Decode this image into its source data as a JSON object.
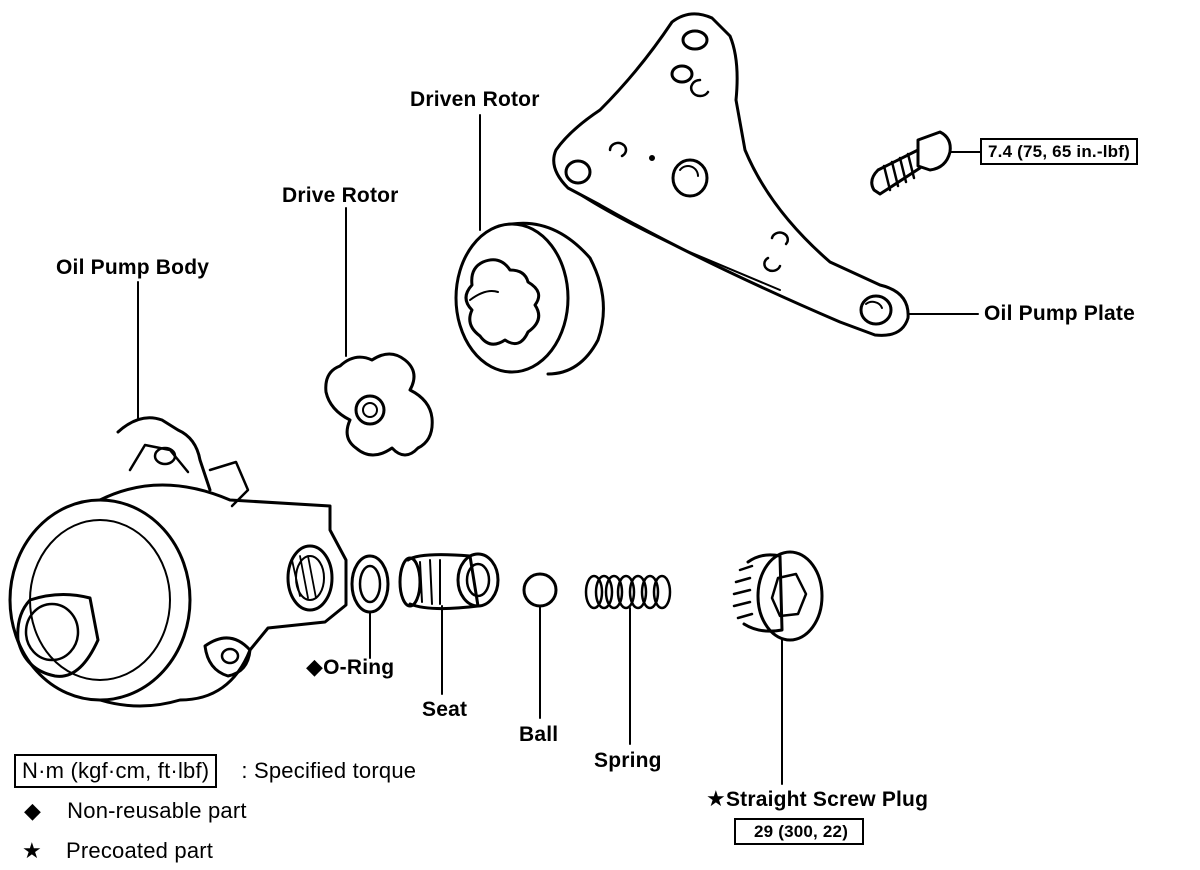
{
  "labels": {
    "driven_rotor": "Driven Rotor",
    "drive_rotor": "Drive Rotor",
    "oil_pump_body": "Oil Pump Body",
    "oil_pump_plate": "Oil Pump Plate",
    "o_ring": "O-Ring",
    "seat": "Seat",
    "ball": "Ball",
    "spring": "Spring",
    "straight_screw_plug": "Straight Screw Plug"
  },
  "torque": {
    "plate_bolt": "7.4 (75, 65 in.-lbf)",
    "screw_plug": "29 (300, 22)"
  },
  "symbols": {
    "diamond": "◆",
    "star": "★"
  },
  "legend": {
    "torque_box": "N·m (kgf·cm, ft·lbf)",
    "torque_desc": ":  Specified torque",
    "non_reusable_symbol": "◆",
    "non_reusable": "Non-reusable part",
    "precoated_symbol": "★",
    "precoated": "Precoated part"
  }
}
